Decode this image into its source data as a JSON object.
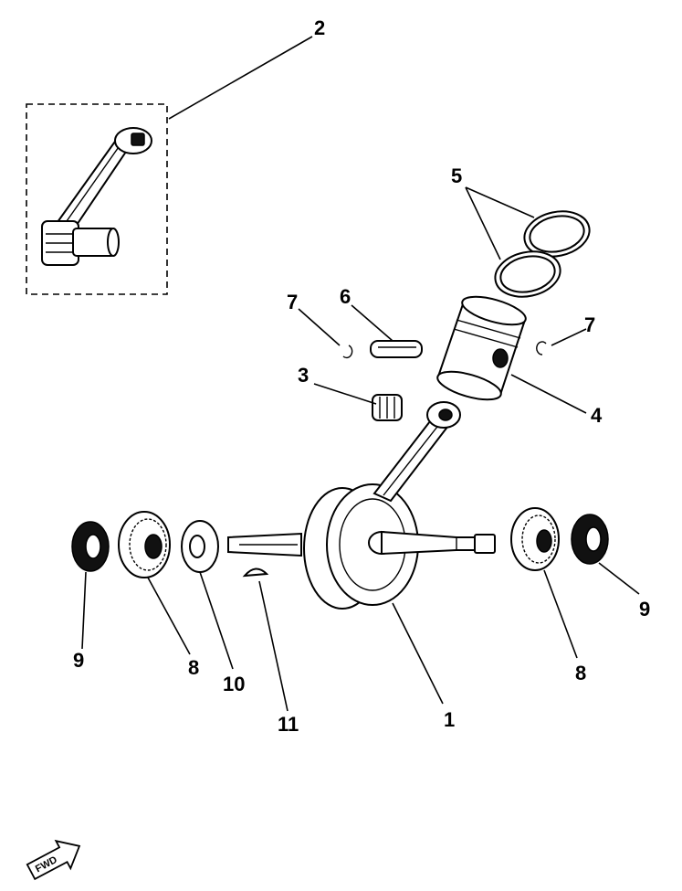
{
  "labels": {
    "crankshaft": "1",
    "connecting_rod_set": "2",
    "small_end_bearing": "3",
    "piston": "4",
    "piston_rings": "5",
    "piston_pin": "6",
    "clip_left": "7",
    "clip_right": "7",
    "bearing_left": "8",
    "bearing_right": "8",
    "oil_seal_left": "9",
    "oil_seal_right": "9",
    "washer": "10",
    "woodruff_key": "11"
  },
  "forward_marker": {
    "text": "FWD"
  },
  "colors": {
    "ink": "#000000",
    "paper": "#ffffff"
  }
}
